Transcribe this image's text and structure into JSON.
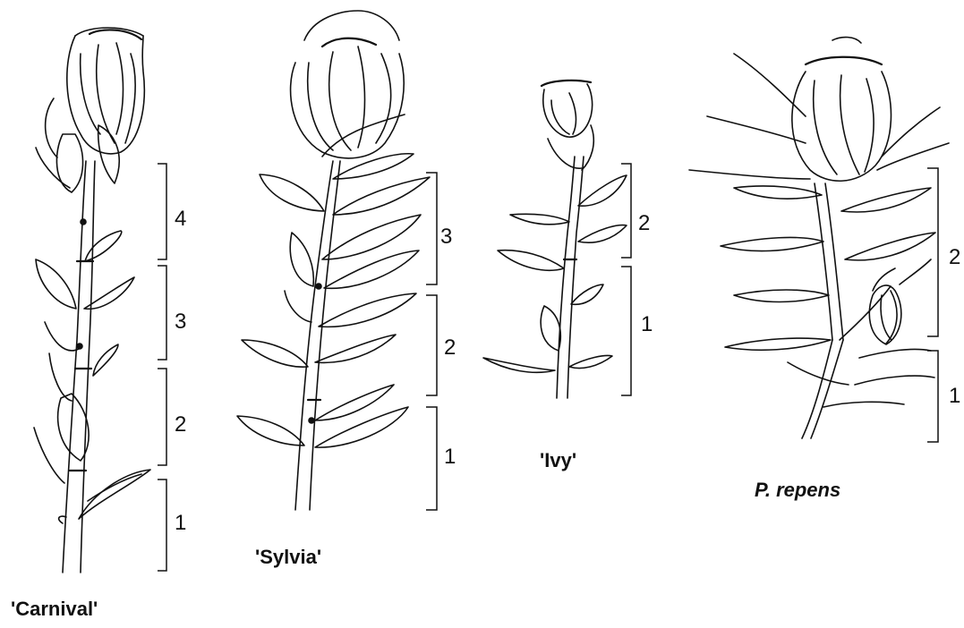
{
  "plants": [
    {
      "name": "'Carnival'",
      "segments": [
        "4",
        "3",
        "2",
        "1"
      ]
    },
    {
      "name": "'Sylvia'",
      "segments": [
        "3",
        "2",
        "1"
      ]
    },
    {
      "name": "'Ivy'",
      "segments": [
        "2",
        "1"
      ]
    },
    {
      "name": "P. repens",
      "segments": [
        "2",
        "1"
      ]
    }
  ]
}
